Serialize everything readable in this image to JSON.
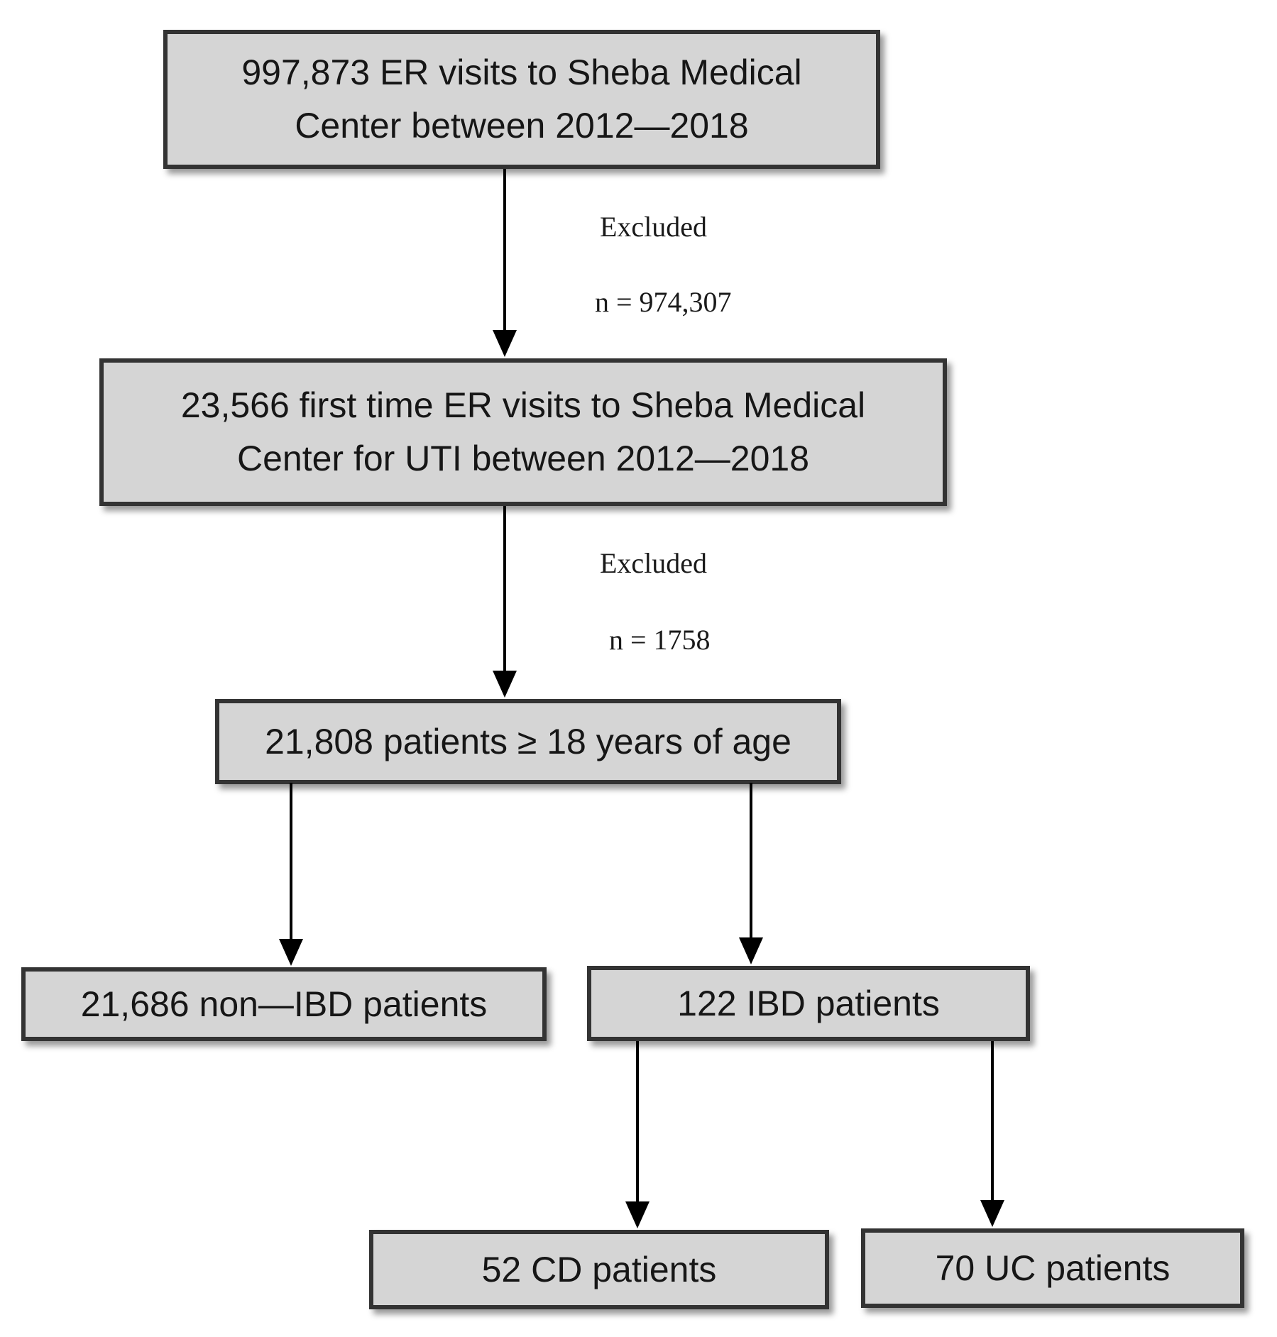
{
  "flow": {
    "boxes": [
      {
        "id": "er-visits",
        "lines": [
          "997,873 ER visits to Sheba Medical",
          "Center between 2012—2018"
        ]
      },
      {
        "id": "uti-visits",
        "lines": [
          "23,566 first time ER visits to Sheba Medical",
          "Center for UTI between 2012—2018"
        ]
      },
      {
        "id": "adult-patients",
        "lines": [
          "21,808 patients ≥ 18 years of age"
        ]
      },
      {
        "id": "non-ibd-patients",
        "lines": [
          "21,686 non—IBD patients"
        ]
      },
      {
        "id": "ibd-patients",
        "lines": [
          "122 IBD patients"
        ]
      },
      {
        "id": "cd-patients",
        "lines": [
          "52 CD patients"
        ]
      },
      {
        "id": "uc-patients",
        "lines": [
          "70 UC patients"
        ]
      }
    ],
    "exclusions": [
      {
        "label": "Excluded",
        "count": "n = 974,307"
      },
      {
        "label": "Excluded",
        "count": "n = 1758"
      }
    ],
    "colors": {
      "box_fill": "#d5d5d5",
      "box_border": "#333333",
      "arrow": "#000000",
      "background": "#ffffff"
    }
  }
}
